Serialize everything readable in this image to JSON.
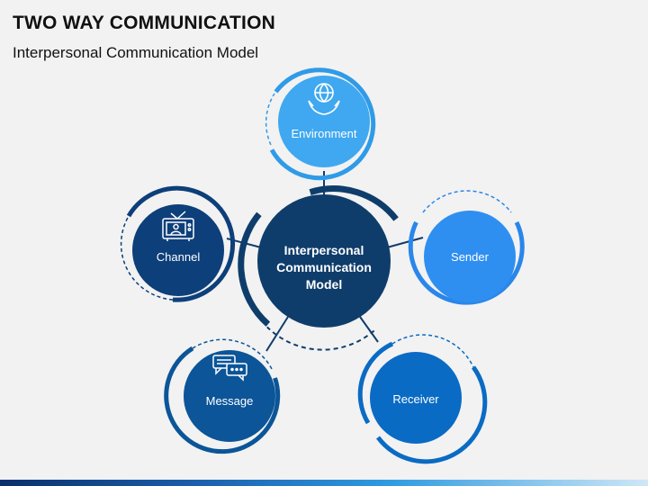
{
  "header": {
    "title": "TWO WAY COMMUNICATION",
    "subtitle": "Interpersonal Communication Model"
  },
  "diagram": {
    "center": {
      "label_lines": [
        "Interpersonal",
        "Communication",
        "Model"
      ],
      "color": "#0f3d6b",
      "ring_color": "#0f3d6b"
    },
    "nodes": [
      {
        "id": "environment",
        "label": "Environment",
        "icon": "globe-hands-icon",
        "fill": "#3fa8f0",
        "ring": "#2f9be8"
      },
      {
        "id": "sender",
        "label": "Sender",
        "icon": "",
        "fill": "#2f8ff0",
        "ring": "#2a86ea"
      },
      {
        "id": "receiver",
        "label": "Receiver",
        "icon": "",
        "fill": "#0a6bc4",
        "ring": "#0a6bc4"
      },
      {
        "id": "message",
        "label": "Message",
        "icon": "chat-bubbles-icon",
        "fill": "#0b5598",
        "ring": "#0b5598"
      },
      {
        "id": "channel",
        "label": "Channel",
        "icon": "tv-icon",
        "fill": "#0d3f7a",
        "ring": "#0d3f7a"
      }
    ],
    "connector_color": "#0f3d6b"
  }
}
